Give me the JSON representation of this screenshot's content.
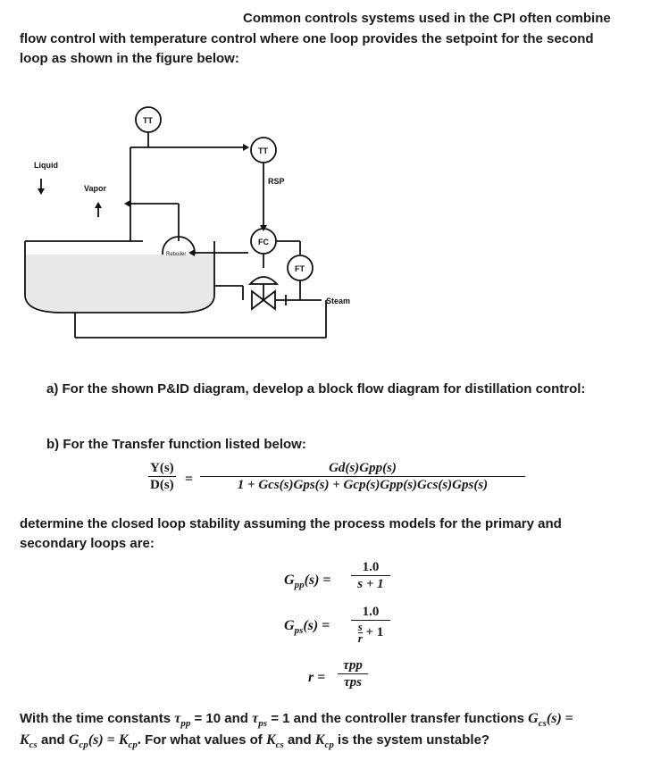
{
  "intro": {
    "line1": "Common controls systems used in the CPI often combine",
    "line2": "flow control with temperature control where one loop provides the setpoint for the second",
    "line3": "loop as shown in the figure below:"
  },
  "diagram": {
    "tt_top": "TT",
    "tt_right": "TT",
    "rsp": "RSP",
    "fc": "FC",
    "ft": "FT",
    "liquid": "Liquid",
    "vapor": "Vapor",
    "reboiler": "Reboiler",
    "steam": "Steam"
  },
  "question_a": "a)  For the shown P&ID diagram, develop a block flow diagram for distillation control:",
  "question_b": "b)  For the Transfer function listed below:",
  "tf": {
    "lhs_num": "Y(s)",
    "lhs_den": "D(s)",
    "rhs_num": "Gd(s)Gpp(s)",
    "rhs_den": "1 + Gcs(s)Gps(s) + Gcp(s)Gpp(s)Gcs(s)Gps(s)"
  },
  "determine": {
    "line1": "determine the closed loop stability assuming the process models for the primary and",
    "line2": "secondary loops are:"
  },
  "models": {
    "gpp_num": "1.0",
    "gpp_den": "s + 1",
    "gps_num": "1.0",
    "gps_den": "+ 1",
    "gps_den_frac_num": "s",
    "gps_den_frac_den": "r",
    "r_num": "τpp",
    "r_den": "τps"
  },
  "final": {
    "line1_a": "With the time constants",
    "line1_b": "= 10 and",
    "line1_c": "= 1 and the controller transfer functions",
    "line2_a": "and",
    "line2_b": "For what values of",
    "line2_c": "and",
    "line2_d": "is the system unstable?"
  }
}
